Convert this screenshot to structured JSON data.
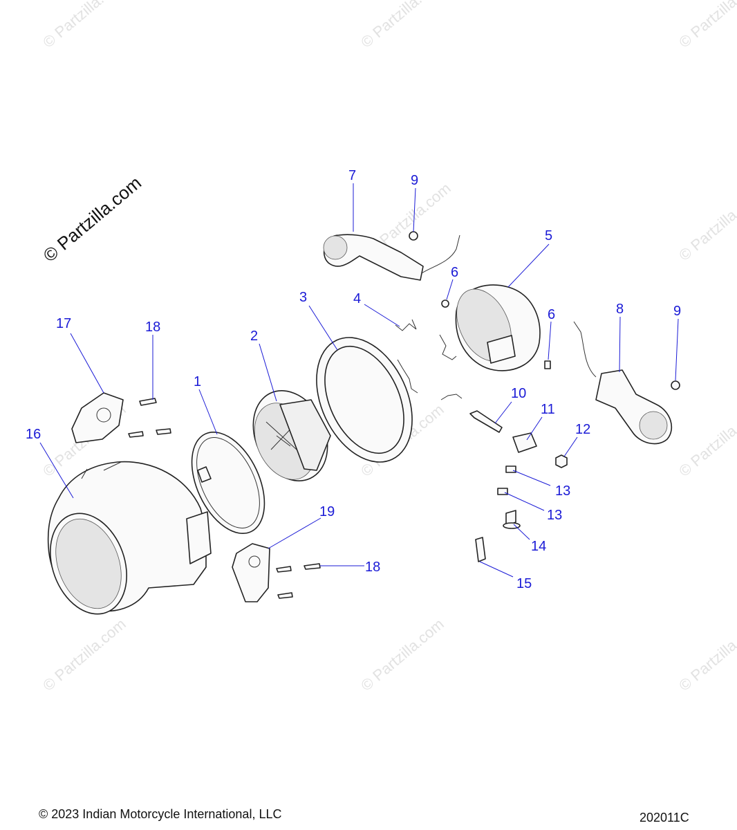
{
  "watermark": {
    "main": "© Partzilla.com",
    "tile": "© Partzilla.com"
  },
  "callouts": {
    "c1": "1",
    "c2": "2",
    "c3": "3",
    "c4": "4",
    "c5": "5",
    "c6a": "6",
    "c6b": "6",
    "c7": "7",
    "c8": "8",
    "c9a": "9",
    "c9b": "9",
    "c10": "10",
    "c11": "11",
    "c12": "12",
    "c13a": "13",
    "c13b": "13",
    "c14": "14",
    "c15": "15",
    "c16": "16",
    "c17": "17",
    "c18a": "18",
    "c18b": "18",
    "c19": "19"
  },
  "footer": {
    "copyright": "© 2023 Indian Motorcycle International, LLC",
    "diagram_id": "202011C"
  },
  "colors": {
    "callout": "#1a1ad6",
    "line": "#222222",
    "watermark": "#e2e2e2"
  }
}
